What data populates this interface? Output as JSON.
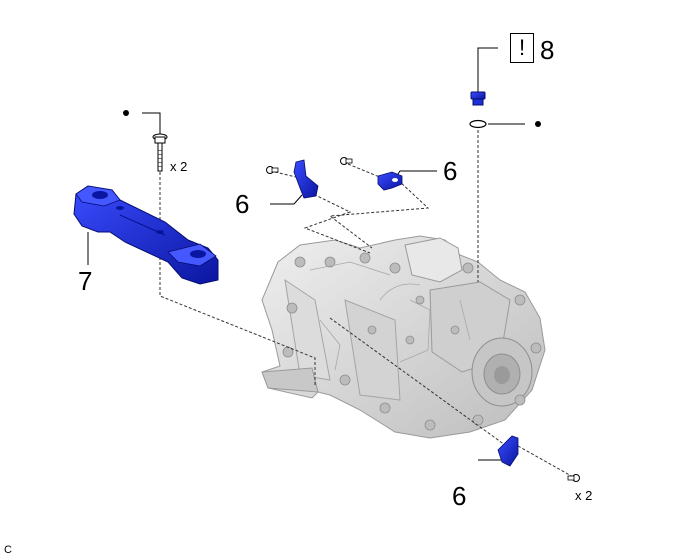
{
  "callouts": {
    "bracket_upper_left": "6",
    "bracket_upper_right": "6",
    "bracket_lower": "6",
    "mount_bracket": "7",
    "drain_plug": "8"
  },
  "quantities": {
    "mount_bolts": "x 2",
    "lower_bolts": "x 2"
  },
  "warning_symbol": "!",
  "corner_code": "C",
  "colors": {
    "part_blue": "#1f2fd6",
    "part_blue_dark": "#0a16a0",
    "transaxle_grey": "#d9d9d9"
  },
  "icons": [
    "warning-symbol-box",
    "bullet-dot"
  ]
}
